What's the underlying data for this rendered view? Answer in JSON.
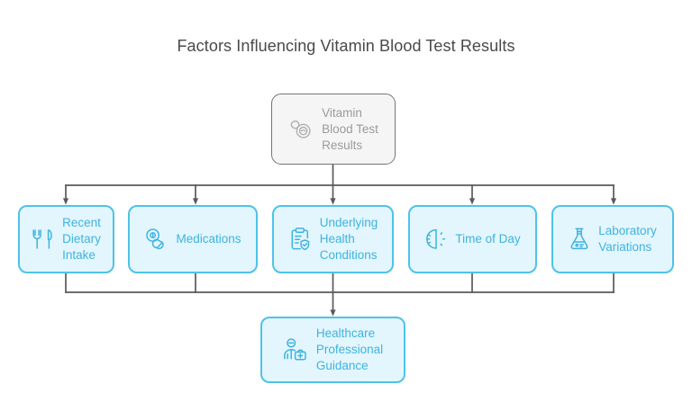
{
  "title": "Factors Influencing Vitamin Blood Test Results",
  "colors": {
    "node_fill": "#e3f6fd",
    "node_border": "#4ec3e8",
    "node_text": "#3eb3e0",
    "root_fill": "#f5f5f5",
    "root_border": "#767676",
    "root_text": "#9b9b9b",
    "connector": "#5a5a5a",
    "title_text": "#4a4a4a",
    "background": "#ffffff"
  },
  "diagram": {
    "type": "flowchart",
    "orientation": "top-down",
    "root": {
      "id": "vitamin-blood-test-results",
      "label": "Vitamin\nBlood Test\nResults",
      "icon": "pill-capsule-icon"
    },
    "factors": [
      {
        "id": "recent-dietary-intake",
        "label": "Recent\nDietary\nIntake",
        "icon": "fork-knife-icon"
      },
      {
        "id": "medications",
        "label": "Medications",
        "icon": "pills-icon"
      },
      {
        "id": "underlying-health-conditions",
        "label": "Underlying\nHealth\nConditions",
        "icon": "clipboard-check-icon"
      },
      {
        "id": "time-of-day",
        "label": "Time of Day",
        "icon": "half-sun-clock-icon"
      },
      {
        "id": "laboratory-variations",
        "label": "Laboratory\nVariations",
        "icon": "flask-icon"
      }
    ],
    "outcome": {
      "id": "healthcare-professional-guidance",
      "label": "Healthcare\nProfessional\nGuidance",
      "icon": "doctor-icon"
    }
  }
}
